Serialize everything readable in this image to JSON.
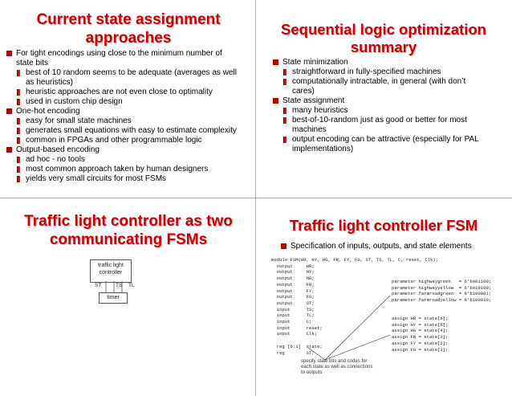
{
  "slide1": {
    "title": "Current state assignment approaches",
    "bullets": [
      {
        "level": 1,
        "text": "For tight encodings using close to the minimum number of state bits"
      },
      {
        "level": 2,
        "text": "best of 10 random seems to be adequate (averages as well as heuristics)"
      },
      {
        "level": 2,
        "text": "heuristic approaches are not even close to optimality"
      },
      {
        "level": 2,
        "text": "used in custom chip design"
      },
      {
        "level": 1,
        "text": "One-hot encoding"
      },
      {
        "level": 2,
        "text": "easy for small state machines"
      },
      {
        "level": 2,
        "text": "generates small equations with easy to estimate complexity"
      },
      {
        "level": 2,
        "text": "common in FPGAs and other programmable logic"
      },
      {
        "level": 1,
        "text": "Output-based encoding"
      },
      {
        "level": 2,
        "text": "ad hoc - no tools"
      },
      {
        "level": 2,
        "text": "most common approach taken by human designers"
      },
      {
        "level": 2,
        "text": "yields very small circuits for most FSMs"
      }
    ]
  },
  "slide2": {
    "title": "Sequential logic optimization summary",
    "bullets": [
      {
        "level": 1,
        "text": "State minimization"
      },
      {
        "level": 2,
        "text": "straightforward in fully-specified machines"
      },
      {
        "level": 2,
        "text": "computationally intractable, in general (with don’t cares)"
      },
      {
        "level": 1,
        "text": "State assignment"
      },
      {
        "level": 2,
        "text": "many heuristics"
      },
      {
        "level": 2,
        "text": "best-of-10-random just as good or better for most machines"
      },
      {
        "level": 2,
        "text": "output encoding can be attractive (especially for PAL implementations)"
      }
    ]
  },
  "slide3": {
    "title": "Traffic light controller as two communicating FSMs",
    "controller_label": "traffic light controller",
    "timer_label": "timer",
    "signal_st": "ST",
    "signal_ts": "TS",
    "signal_tl": "TL"
  },
  "slide4": {
    "title": "Traffic light controller FSM",
    "bullet": "Specification of inputs, outputs, and state elements",
    "code_left": "module FSM(HR, HY, HG, FR, FY, FG, ST, TS, TL, C, reset, Clk);\n  output     HR;\n  output     HY;\n  output     HG;\n  output     FR;\n  output     FY;\n  output     FG;\n  output     ST;\n  input      TS;\n  input      TL;\n  input      C;\n  input      reset;\n  input      Clk;\n\n  reg [6:1]  state;\n  reg        ST;",
    "code_params": "parameter highwaygreen   = 6'b001100;\nparameter highwayyellow  = 6'b010100;\nparameter farmroadgreen  = 6'b100001;\nparameter farmroadyellow = 6'b100010;",
    "code_assign": "assign HR = state[6];\nassign HY = state[5];\nassign HG = state[4];\nassign FR = state[3];\nassign FY = state[2];\nassign FG = state[1];",
    "note": "specify state bits and codes for each state as well as connections to outputs"
  },
  "colors": {
    "title": "#cc0000",
    "bullet": "#c00000"
  }
}
